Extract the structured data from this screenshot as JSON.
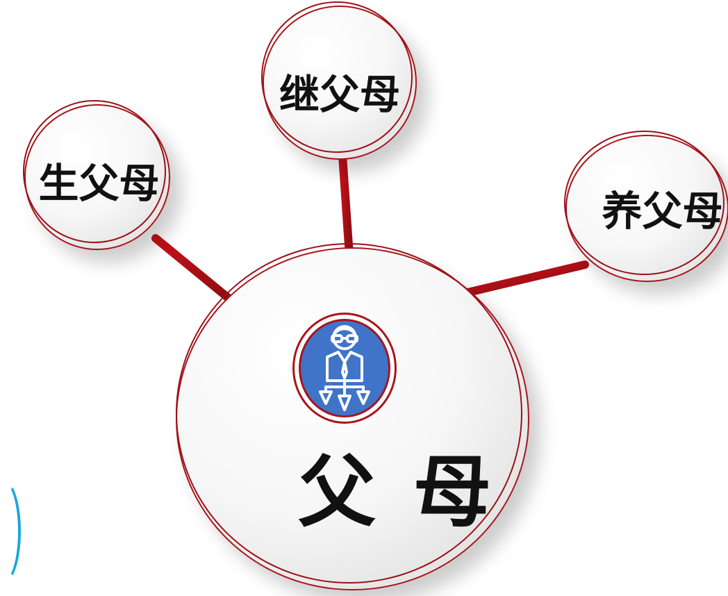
{
  "diagram": {
    "nodes": {
      "birth_parents": "生父母",
      "step_parents": "继父母",
      "adoptive_parents": "养父母",
      "parents": "父母"
    },
    "icons": {
      "center": "parent-person-arrows-icon"
    },
    "colors": {
      "accent_red": "#a8141b",
      "icon_blue": "#3f74c8",
      "edge_blue": "#19a7dc"
    }
  }
}
